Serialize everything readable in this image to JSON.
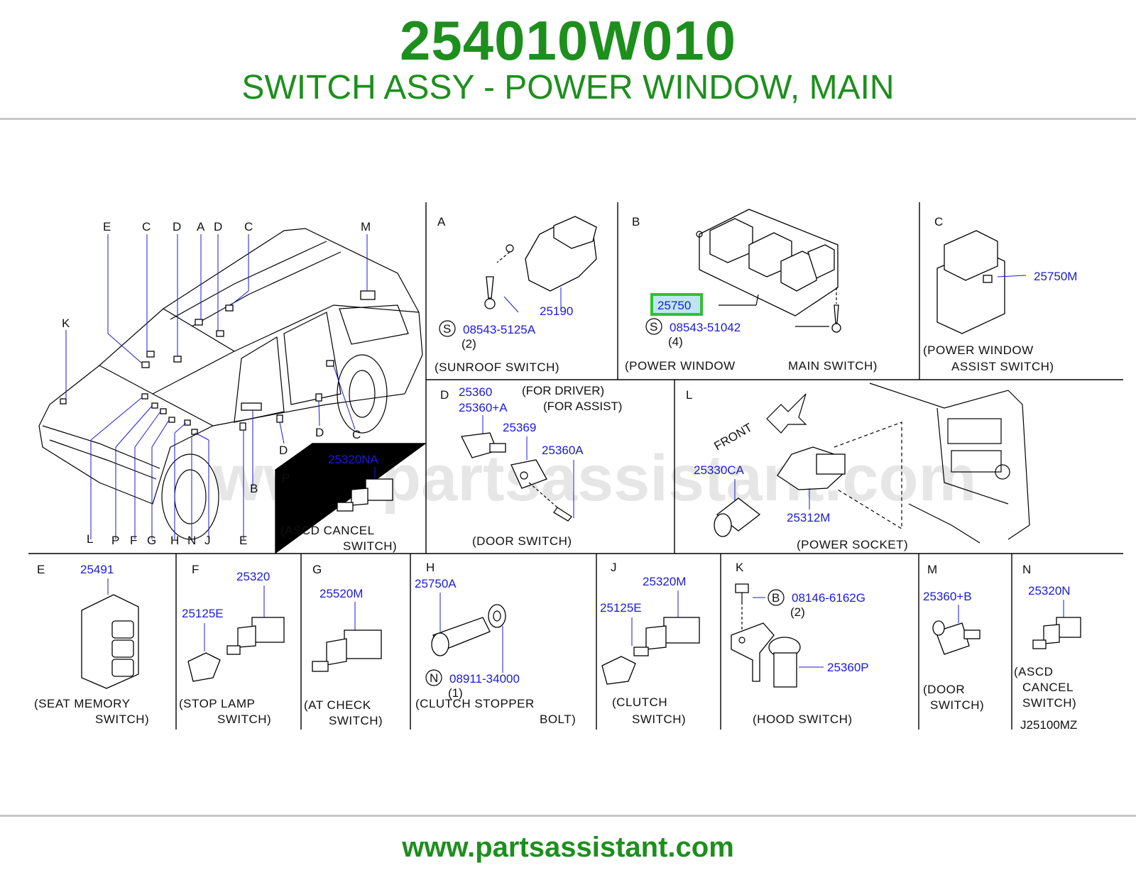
{
  "header": {
    "part_number": "254010W010",
    "description": "SWITCH ASSY - POWER WINDOW, MAIN"
  },
  "footer": {
    "url": "www.partsassistant.com"
  },
  "watermark": "www.partsassistant.com",
  "colors": {
    "accent_green": "#1d8f1d",
    "part_number_blue": "#1a1adc",
    "highlight_box": "#2fc32f",
    "highlight_fill": "#bfe6f0"
  },
  "vehicle_panel": {
    "top_letters": [
      "E",
      "C",
      "D",
      "A",
      "D",
      "C",
      "M"
    ],
    "side_letters": [
      "K",
      "D",
      "C",
      "D",
      "B",
      "E"
    ],
    "bottom_letters": [
      "L",
      "P",
      "F",
      "G",
      "H",
      "N",
      "J"
    ]
  },
  "panels": {
    "A": {
      "letter": "A",
      "parts": [
        "25190",
        "08543-5125A"
      ],
      "symbol": "S",
      "qty": "(2)",
      "caption": "(SUNROOF  SWITCH)"
    },
    "B": {
      "letter": "B",
      "parts": [
        "25750",
        "08543-51042"
      ],
      "symbol": "S",
      "qty": "(4)",
      "caption_1": "(POWER  WINDOW",
      "caption_2": "MAIN  SWITCH)"
    },
    "C": {
      "letter": "C",
      "parts": [
        "25750M"
      ],
      "caption_1": "(POWER  WINDOW",
      "caption_2": "ASSIST  SWITCH)"
    },
    "D": {
      "letter": "D",
      "parts": [
        "25360",
        "25360+A",
        "25369",
        "25360A"
      ],
      "note_1": "(FOR  DRIVER)",
      "note_2": "(FOR  ASSIST)",
      "caption": "(DOOR  SWITCH)"
    },
    "L": {
      "letter": "L",
      "front": "FRONT",
      "parts": [
        "25330CA",
        "25312M"
      ],
      "caption": "(POWER  SOCKET)"
    },
    "P": {
      "letter": "P",
      "parts": [
        "25320NA"
      ],
      "caption_1": "(ASCD  CANCEL",
      "caption_2": "SWITCH)"
    },
    "E": {
      "letter": "E",
      "parts": [
        "25491"
      ],
      "caption_1": "(SEAT  MEMORY",
      "caption_2": "SWITCH)"
    },
    "F": {
      "letter": "F",
      "parts": [
        "25320",
        "25125E"
      ],
      "caption_1": "(STOP  LAMP",
      "caption_2": "SWITCH)"
    },
    "G": {
      "letter": "G",
      "parts": [
        "25520M"
      ],
      "caption_1": "(AT  CHECK",
      "caption_2": "SWITCH)"
    },
    "H": {
      "letter": "H",
      "parts": [
        "25750A",
        "08911-34000"
      ],
      "symbol": "N",
      "qty": "(1)",
      "caption_1": "(CLUTCH  STOPPER",
      "caption_2": "BOLT)"
    },
    "J": {
      "letter": "J",
      "parts": [
        "25320M",
        "25125E"
      ],
      "caption_1": "(CLUTCH",
      "caption_2": "SWITCH)"
    },
    "K": {
      "letter": "K",
      "parts": [
        "08146-6162G",
        "25360P"
      ],
      "symbol": "B",
      "qty": "(2)",
      "caption": "(HOOD  SWITCH)"
    },
    "M": {
      "letter": "M",
      "parts": [
        "25360+B"
      ],
      "caption_1": "(DOOR",
      "caption_2": "SWITCH)"
    },
    "N": {
      "letter": "N",
      "parts": [
        "25320N"
      ],
      "caption_1": "(ASCD",
      "caption_2": "CANCEL",
      "caption_3": "SWITCH)"
    }
  },
  "diagram_code": "J25100MZ"
}
